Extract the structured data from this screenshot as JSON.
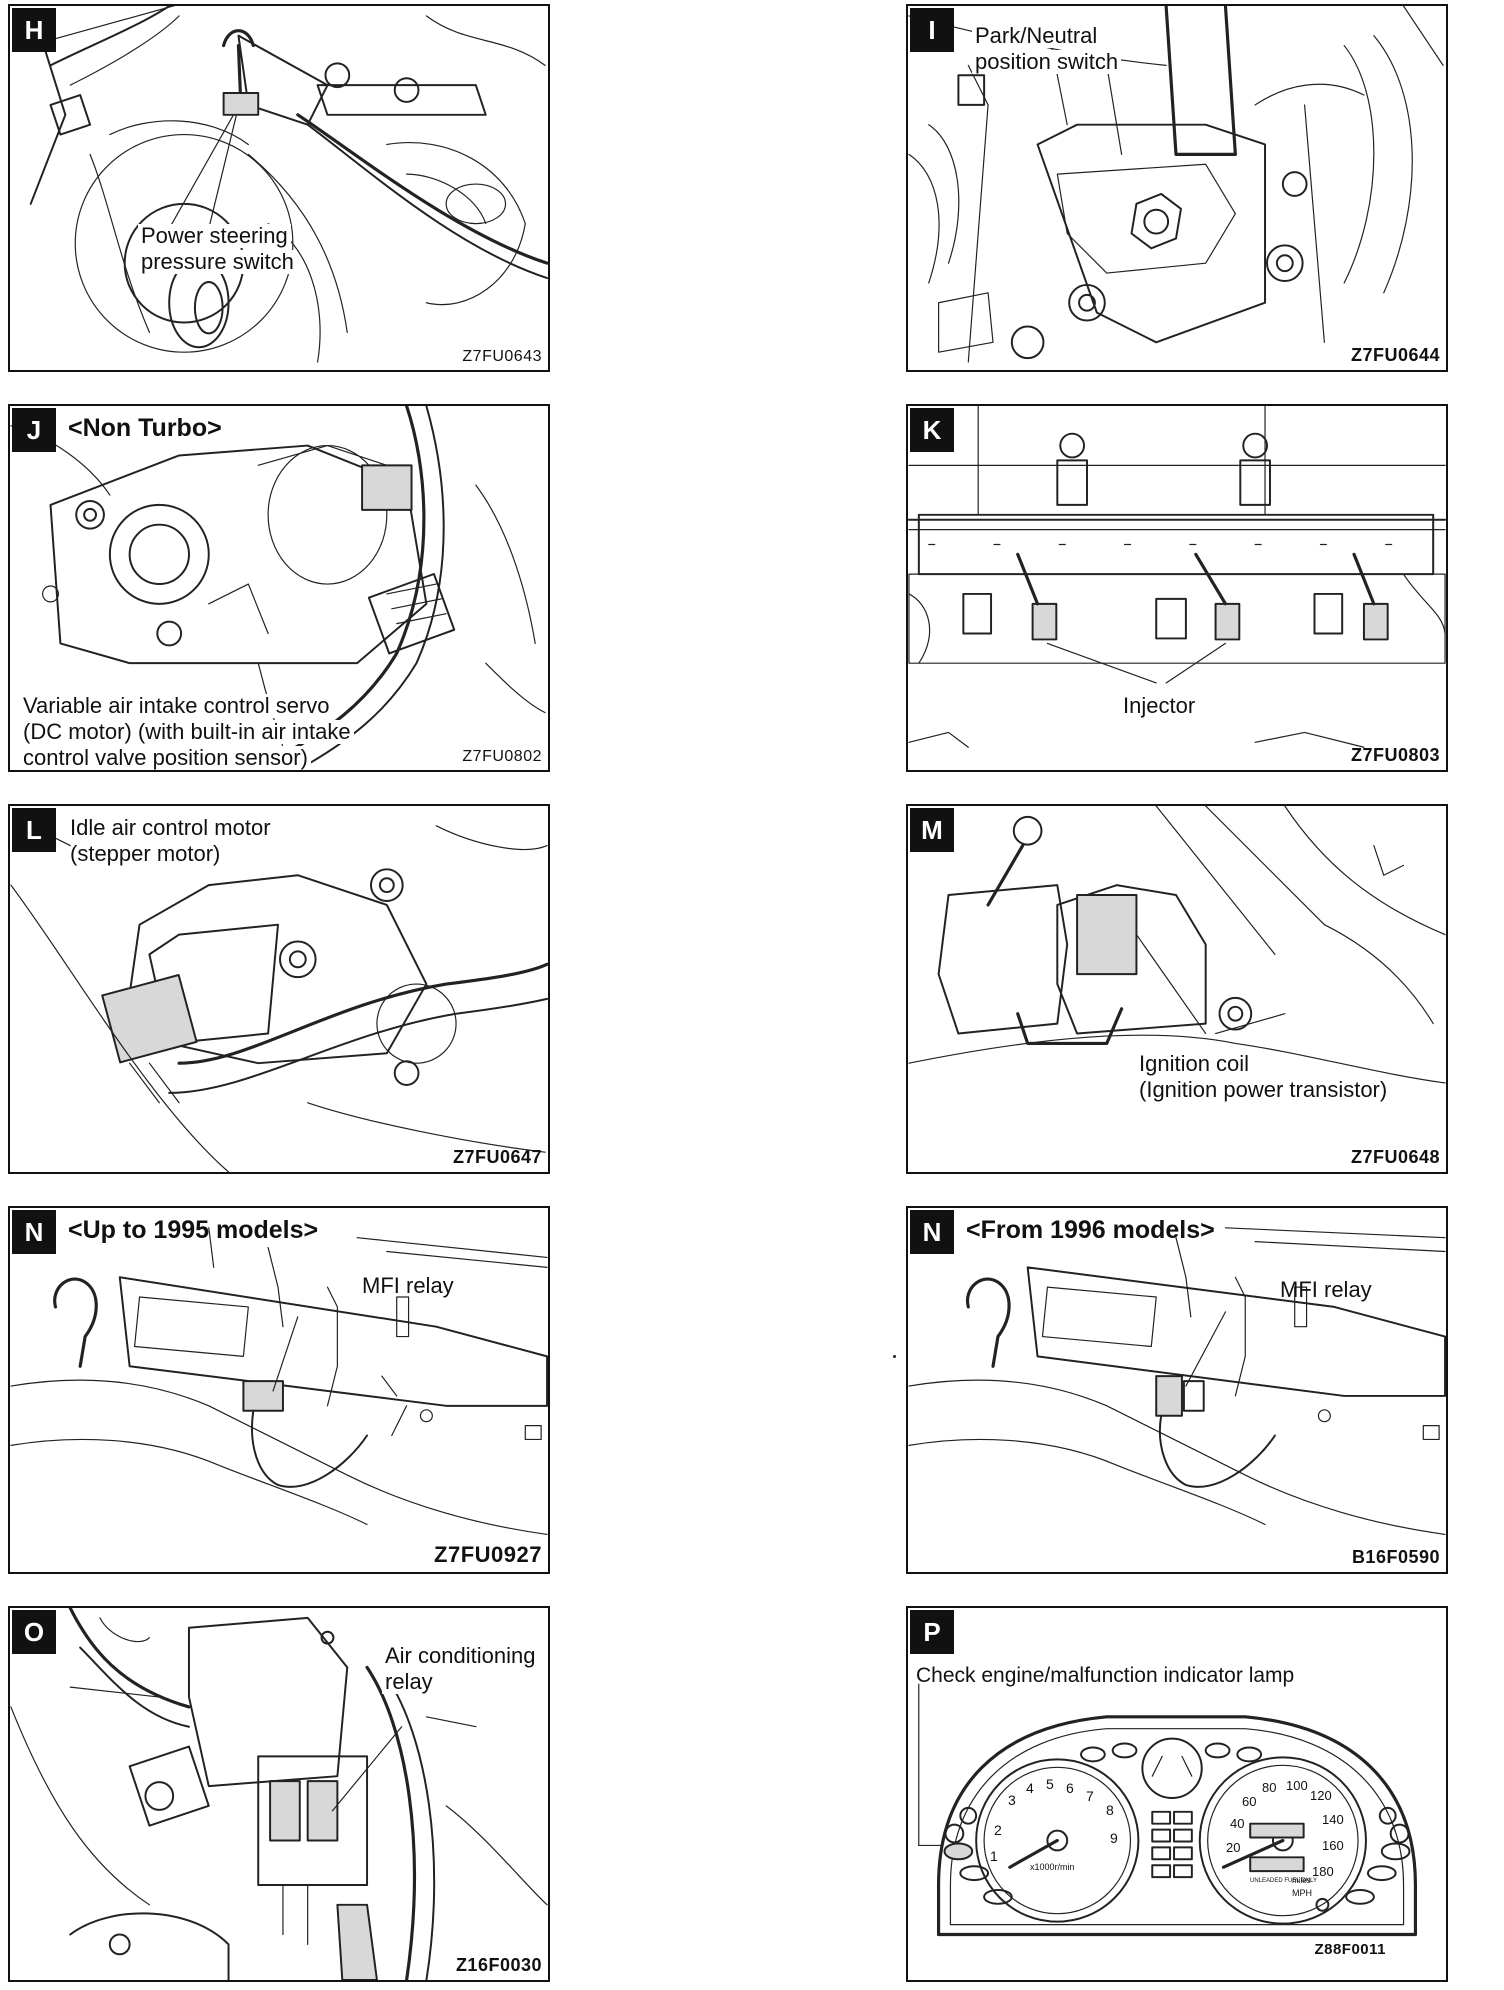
{
  "panels": {
    "h": {
      "letter": "H",
      "label_line1": "Power steering",
      "label_line2": "pressure switch",
      "code": "Z7FU0643"
    },
    "i": {
      "letter": "I",
      "label_line1": "Park/Neutral",
      "label_line2": "position switch",
      "code": "Z7FU0644"
    },
    "j": {
      "letter": "J",
      "heading": "<Non Turbo>",
      "label_line1": "Variable air intake control servo",
      "label_line2": "(DC motor) (with built-in air intake",
      "label_line3": "control valve position sensor)",
      "code": "Z7FU0802"
    },
    "k": {
      "letter": "K",
      "label": "Injector",
      "code": "Z7FU0803"
    },
    "l": {
      "letter": "L",
      "label_line1": "Idle air control motor",
      "label_line2": "(stepper motor)",
      "code": "Z7FU0647"
    },
    "m": {
      "letter": "M",
      "label_line1": "Ignition coil",
      "label_line2": "(Ignition power transistor)",
      "code": "Z7FU0648"
    },
    "n1": {
      "letter": "N",
      "heading": "<Up to 1995 models>",
      "label": "MFI relay",
      "code": "Z7FU0927"
    },
    "n2": {
      "letter": "N",
      "heading": "<From 1996 models>",
      "label": "MFI relay",
      "code": "B16F0590"
    },
    "o": {
      "letter": "O",
      "label_line1": "Air conditioning",
      "label_line2": "relay",
      "code": "Z16F0030"
    },
    "p": {
      "letter": "P",
      "label": "Check engine/malfunction indicator lamp",
      "code": "Z88F0011",
      "tach_numbers": [
        "1",
        "2",
        "3",
        "4",
        "5",
        "6",
        "7",
        "8",
        "9"
      ],
      "tach_unit": "x1000r/min",
      "speed_numbers": [
        "20",
        "40",
        "60",
        "80",
        "100",
        "120",
        "140",
        "160",
        "180"
      ],
      "speed_unit": "MPH",
      "fuel_text": "UNLEADED FUEL ONLY",
      "miles_text": "miles"
    }
  }
}
